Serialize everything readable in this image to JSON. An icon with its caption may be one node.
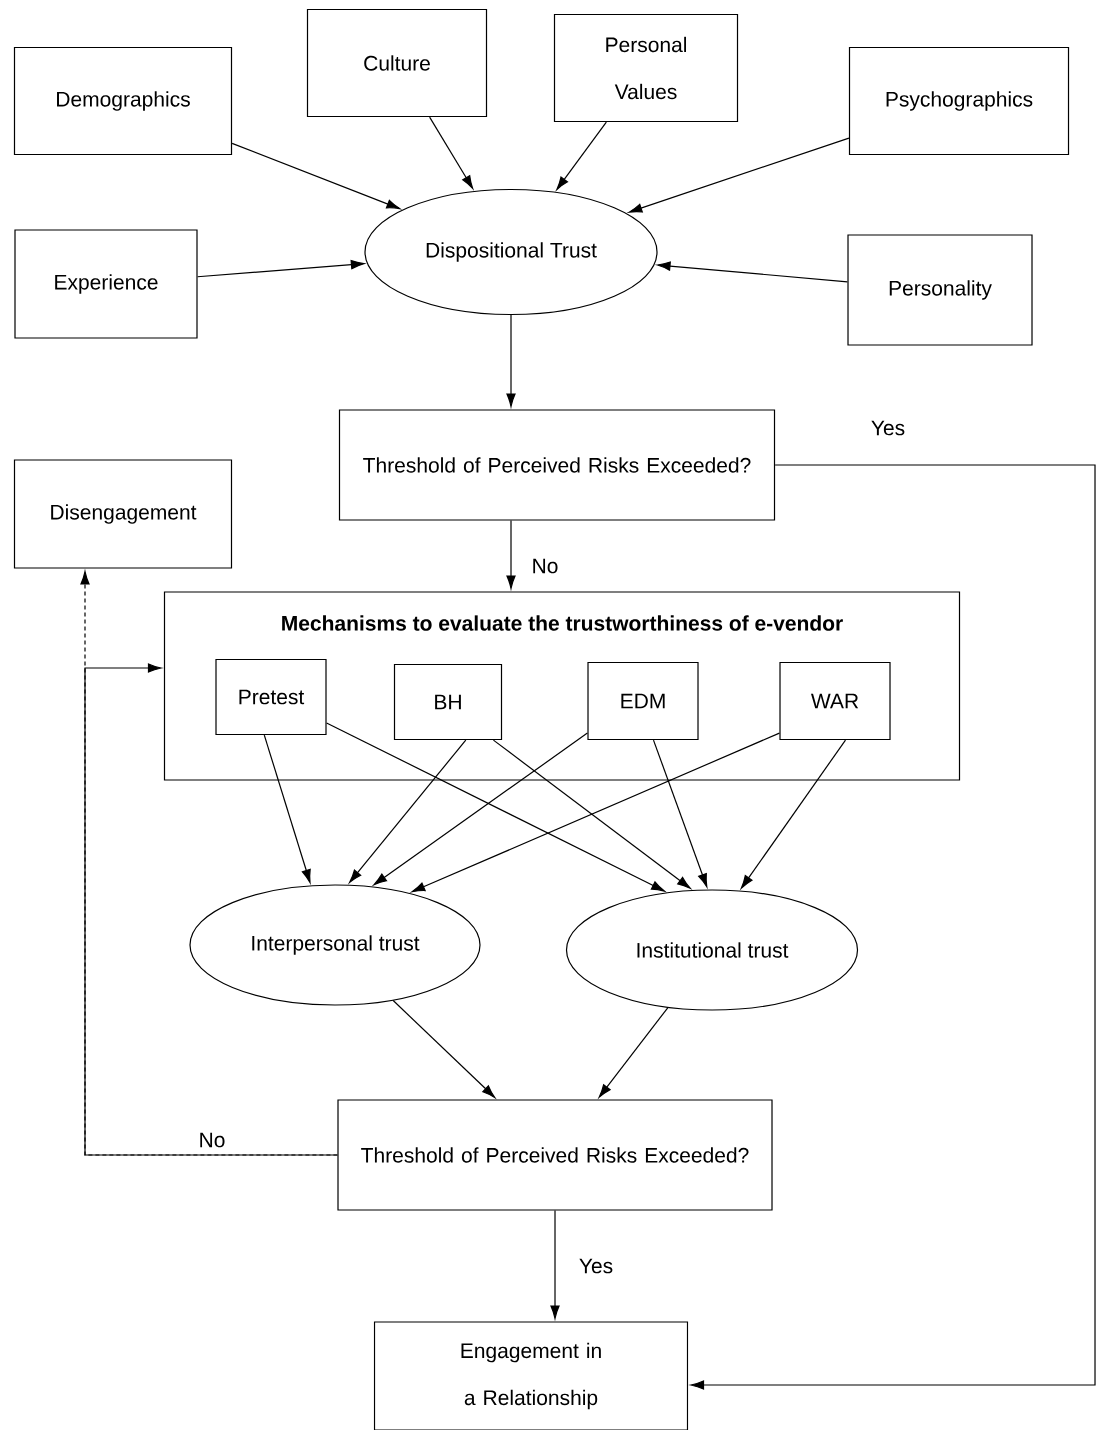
{
  "diagram": {
    "nodes": [
      {
        "text": [
          "Demographics"
        ]
      },
      {
        "text": [
          "Culture"
        ]
      },
      {
        "text": [
          "Personal Values"
        ]
      },
      {
        "text": [
          "Psychographics"
        ]
      },
      {
        "text": [
          "Dispositional Trust"
        ]
      },
      {
        "text": [
          "Experience"
        ]
      },
      {
        "text": [
          "Personality"
        ]
      },
      {
        "text": [
          "Threshold of Perceived Risks Exceeded?"
        ]
      },
      {
        "text": [
          "Disengagement"
        ]
      },
      {
        "text": [
          "Mechanisms to evaluate the trustworthiness of e-vendor"
        ]
      },
      {
        "text": [
          "Pretest"
        ],
        "in": 9
      },
      {
        "text": [
          "BH"
        ],
        "in": 9
      },
      {
        "text": [
          "EDM"
        ],
        "in": 9
      },
      {
        "text": [
          "WAR"
        ],
        "in": 9
      },
      {
        "text": [
          "Interpersonal trust"
        ]
      },
      {
        "text": [
          "Institutional trust"
        ]
      },
      {
        "text": [
          "Threshold of Perceived Risks Exceeded?"
        ]
      },
      {
        "text": [
          "Engagement in a Relationship"
        ]
      }
    ],
    "edges": [
      {
        "from": 0,
        "to": 4,
        "arrow": "to"
      },
      {
        "from": 1,
        "to": 4,
        "arrow": "to"
      },
      {
        "from": 2,
        "to": 4,
        "arrow": "to"
      },
      {
        "from": 3,
        "to": 4,
        "arrow": "to"
      },
      {
        "from": 5,
        "to": 4,
        "arrow": "to"
      },
      {
        "from": 6,
        "to": 4,
        "arrow": "to"
      },
      {
        "from": 4,
        "to": 7,
        "arrow": "to"
      },
      {
        "from": 7,
        "to": 9,
        "arrow": "to",
        "label": "No"
      },
      {
        "from": 7,
        "to": 17,
        "arrow": "to",
        "label": "Yes"
      },
      {
        "from": 10,
        "to": 14,
        "arrow": "to"
      },
      {
        "from": 10,
        "to": 15,
        "arrow": "to"
      },
      {
        "from": 11,
        "to": 14,
        "arrow": "to"
      },
      {
        "from": 11,
        "to": 15,
        "arrow": "to"
      },
      {
        "from": 12,
        "to": 14,
        "arrow": "to"
      },
      {
        "from": 12,
        "to": 15,
        "arrow": "to"
      },
      {
        "from": 13,
        "to": 14,
        "arrow": "to"
      },
      {
        "from": 13,
        "to": 15,
        "arrow": "to"
      },
      {
        "from": 14,
        "to": 16,
        "arrow": "to"
      },
      {
        "from": 15,
        "to": 16,
        "arrow": "to"
      },
      {
        "from": 16,
        "to": 17,
        "arrow": "to",
        "label": "Yes"
      },
      {
        "from": 16,
        "to": 9,
        "arrow": "to",
        "label": "No"
      },
      {
        "from": 16,
        "to": 8,
        "arrow": "to",
        "style": "dashed"
      }
    ]
  }
}
